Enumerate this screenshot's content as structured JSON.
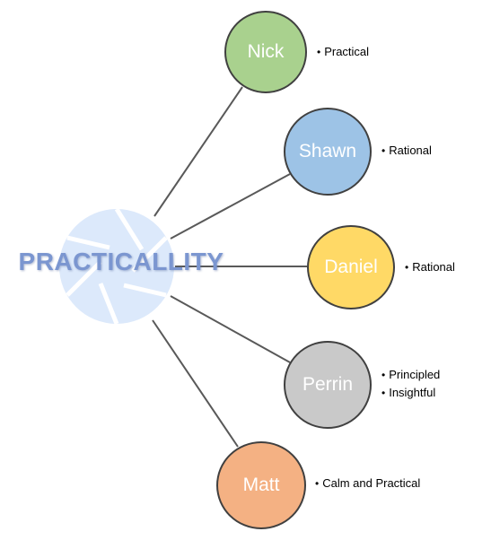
{
  "hub": {
    "title": "PRACTICALLITY",
    "icon": "camera-aperture-icon",
    "icon_color": "#dce9fb"
  },
  "nodes": [
    {
      "name": "Nick",
      "color": "#a9d18e",
      "traits": [
        "Practical"
      ]
    },
    {
      "name": "Shawn",
      "color": "#9dc3e6",
      "traits": [
        "Rational"
      ]
    },
    {
      "name": "Daniel",
      "color": "#ffd966",
      "traits": [
        "Rational"
      ]
    },
    {
      "name": "Perrin",
      "color": "#c9c9c9",
      "traits": [
        "Principled",
        "Insightful"
      ]
    },
    {
      "name": "Matt",
      "color": "#f4b183",
      "traits": [
        "Calm and Practical"
      ]
    }
  ]
}
